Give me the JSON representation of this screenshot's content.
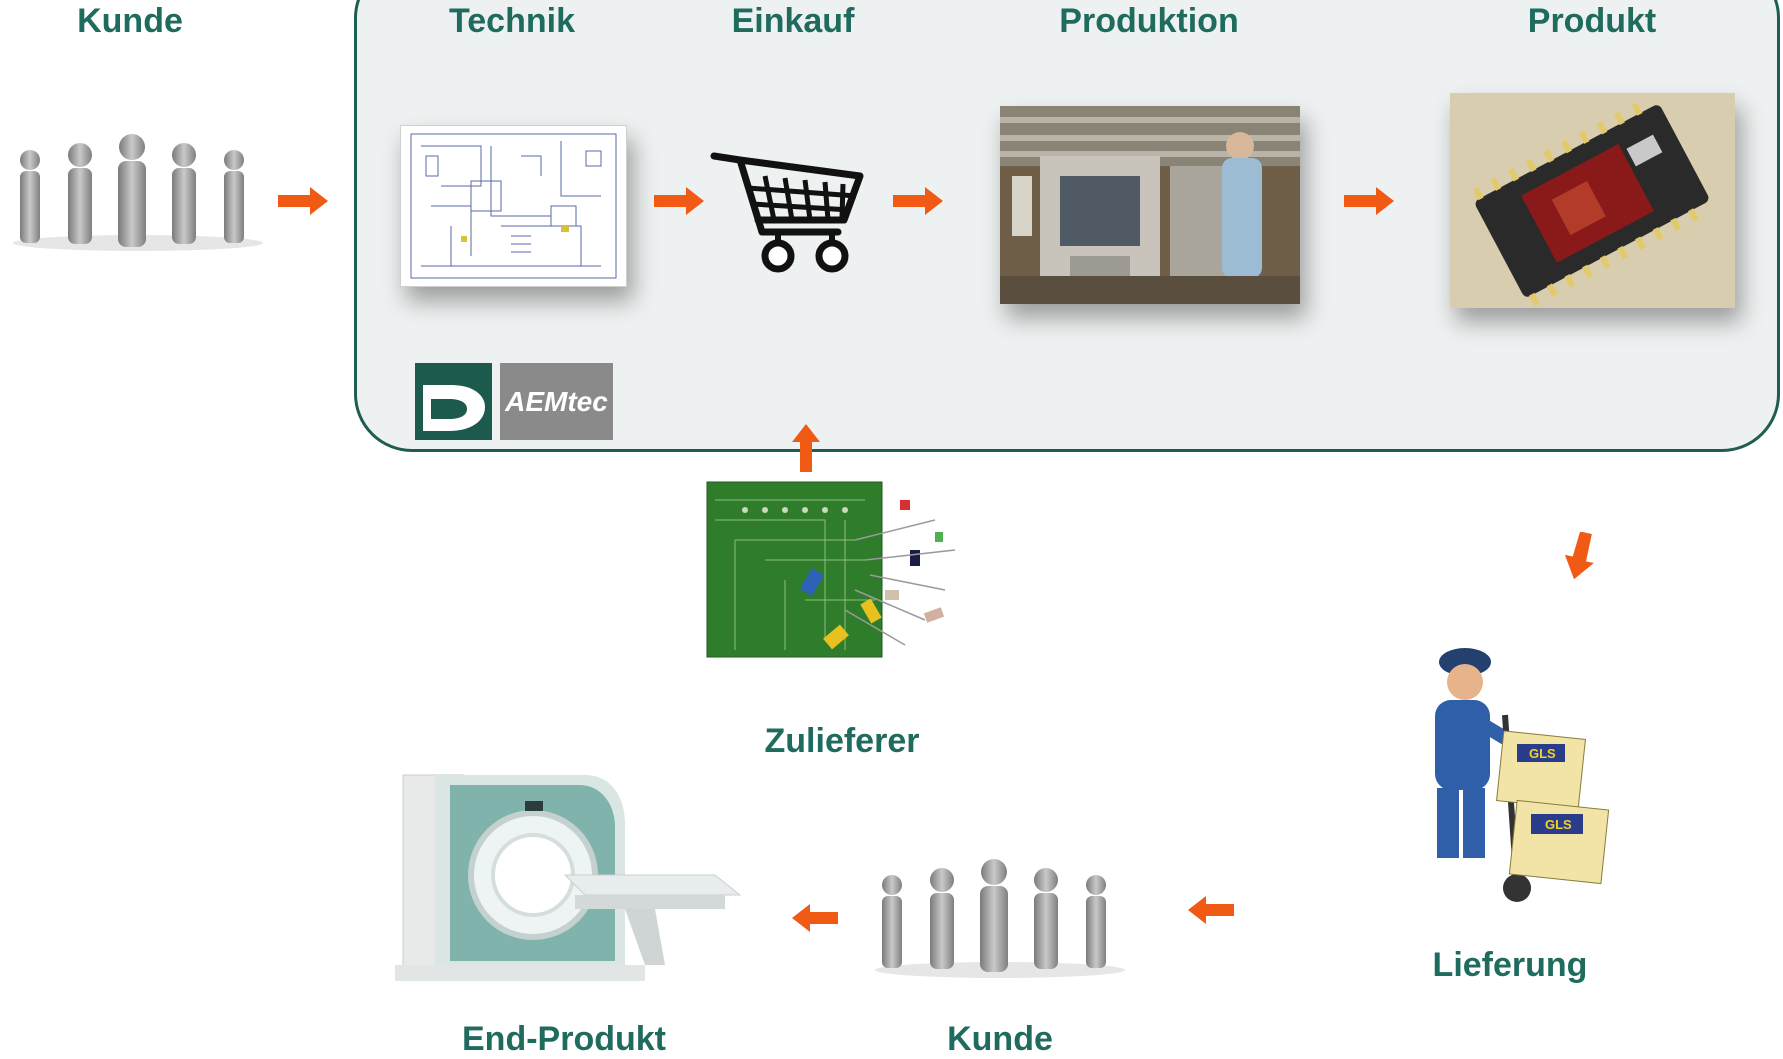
{
  "labels": {
    "kunde_top": "Kunde",
    "technik": "Technik",
    "einkauf": "Einkauf",
    "produktion": "Produktion",
    "produkt": "Produkt",
    "zulieferer": "Zulieferer",
    "lieferung": "Lieferung",
    "kunde_bottom": "Kunde",
    "end_produkt": "End-Produkt"
  },
  "logo": {
    "text": "AEMtec"
  },
  "delivery": {
    "box_brand": "GLS"
  },
  "colors": {
    "label": "#1f6b5e",
    "panel_border": "#1e5e52",
    "panel_fill": "#eef1f1",
    "arrow": "#f05a14"
  }
}
